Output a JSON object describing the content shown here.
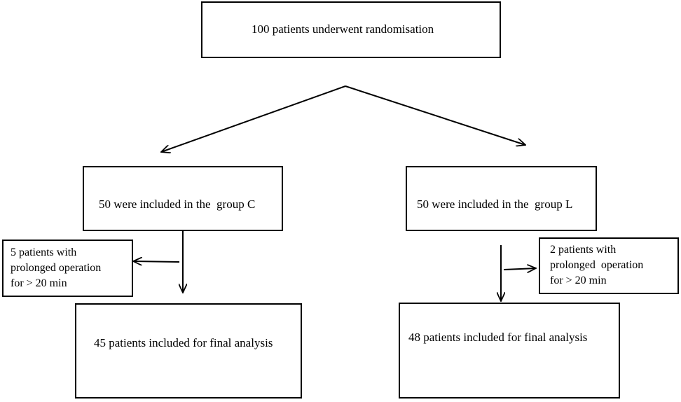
{
  "diagram": {
    "root": {
      "text": "100 patients underwent randomisation"
    },
    "group_c": {
      "text": "50 were included in the  group C"
    },
    "group_l": {
      "text": "50 were included in the  group L"
    },
    "excluded_c": {
      "lines": [
        "5 patients with",
        "prolonged operation",
        "for > 20 min"
      ]
    },
    "excluded_l": {
      "lines": [
        "2 patients with",
        "prolonged  operation",
        "for > 20 min"
      ]
    },
    "final_c": {
      "text": "45 patients included for final analysis"
    },
    "final_l": {
      "text": "48 patients included for final analysis"
    }
  }
}
